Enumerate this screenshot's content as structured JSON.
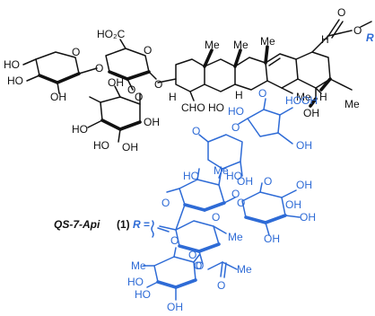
{
  "diagram": {
    "compound_name": "QS-7-Api",
    "compound_number": "(1)",
    "r_label": "R",
    "r_equals": "=",
    "colors": {
      "aglycone_and_branched_trisaccharide": "#111111",
      "ester_linked_oligosaccharide": "#2e6bd6"
    },
    "black_labels": [
      "HO",
      "HO",
      "OH",
      "O",
      "O",
      "HO₂C",
      "O",
      "O",
      "O",
      "O",
      "OH",
      "OH",
      "OH",
      "HO",
      "HO",
      "Me",
      "Me",
      "Me",
      "Me",
      "Me",
      "H",
      "CHO",
      "HO",
      "H",
      "H",
      "OH",
      "H",
      "O",
      "O"
    ],
    "blue_labels": [
      "R",
      "HO",
      "O",
      "HO",
      "OH",
      "OH",
      "O",
      "O",
      "HO",
      "OH",
      "HO",
      "Me",
      "O",
      "O",
      "OH",
      "OH",
      "O",
      "OH",
      "OH",
      "O",
      "O",
      "Me",
      "O",
      "O",
      "O",
      "Me",
      "O",
      "Me",
      "HO",
      "HO",
      "O",
      "OH"
    ]
  }
}
